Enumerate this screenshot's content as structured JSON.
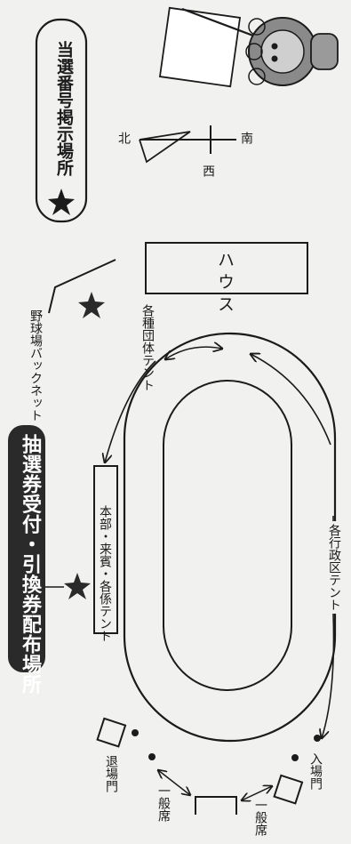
{
  "title": {
    "main": "抽選券受付・引換券配布場所",
    "bg_color": "#2a2a2a",
    "text_color": "#ffffff"
  },
  "legend": {
    "symbol": "★",
    "text": "当選番号掲示場所"
  },
  "compass": {
    "north": "北",
    "west": "西",
    "south": "南"
  },
  "labels": {
    "house": "ハウス",
    "backnet": "野球場バックネット",
    "group_tents": "各種団体テント",
    "hq_tent": "本部・来賓・各係テント",
    "admin_tents": "各行政区テント",
    "exit_gate": "退場門",
    "entry_gate": "入場門",
    "seats_left": "一般席",
    "seats_right": "一般席"
  },
  "colors": {
    "ink": "#1b1b1b",
    "paper": "#f1f1ef",
    "mascot_fill": "#8a8a8a"
  }
}
